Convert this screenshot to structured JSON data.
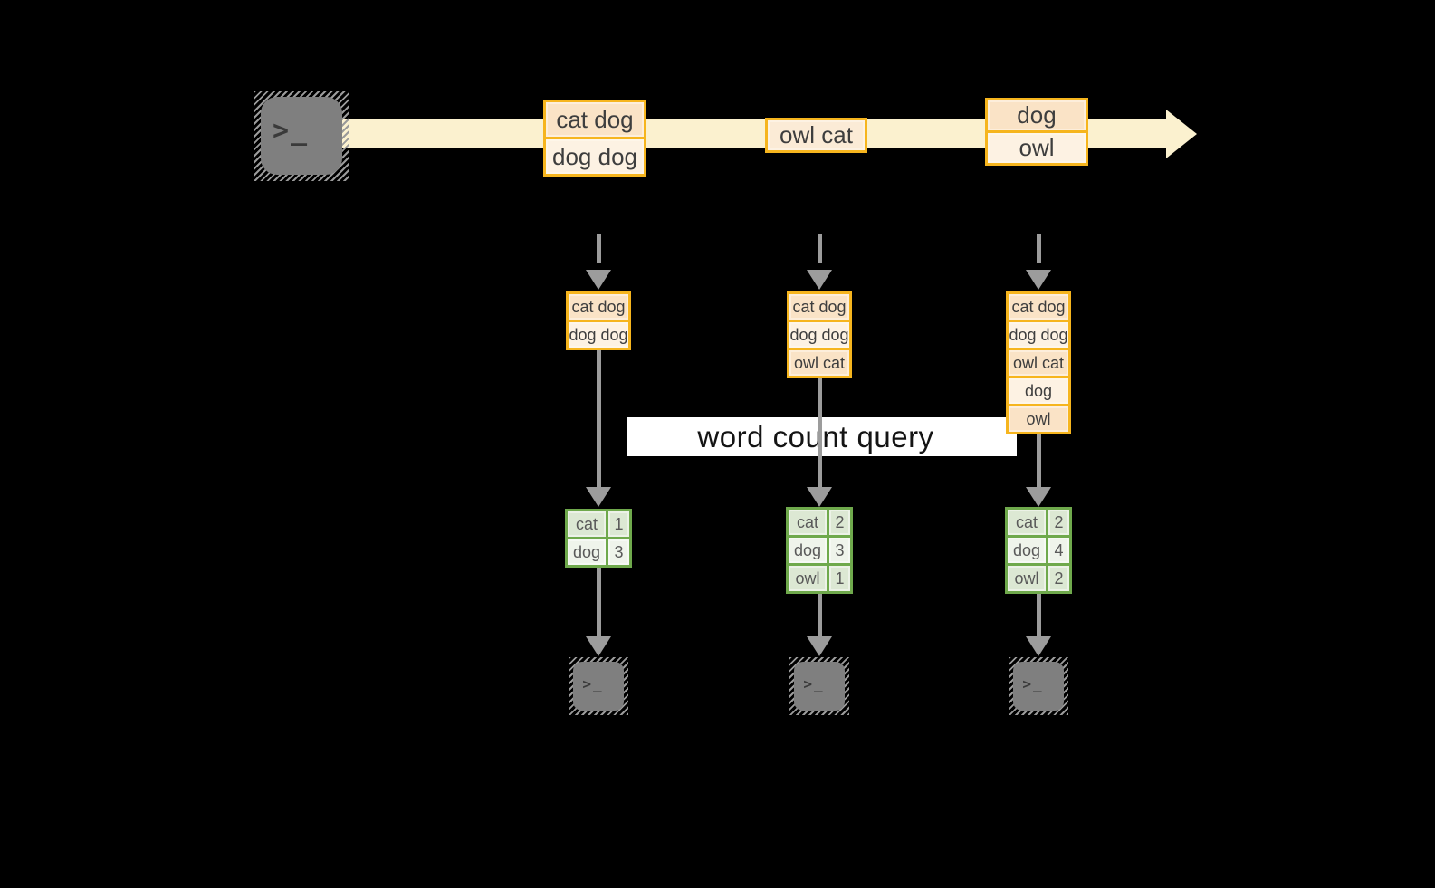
{
  "colors": {
    "bg": "#000000",
    "band": "#FBF1CF",
    "orange": "#F6B51E",
    "peach": "#FAE3C6",
    "cream": "#FDF2E3",
    "mid": "#FBEBD6",
    "green": "#6FA94C",
    "gdark": "#DCE8D3",
    "glight": "#EFF4EB",
    "arrow": "#9C9C9C",
    "terminal": "#7F7F7F",
    "querybg": "#FFFFFF"
  },
  "query_label": "word count query",
  "terminal_glyph": ">_",
  "stream": {
    "batches": [
      {
        "records": [
          "cat dog",
          "dog dog"
        ]
      },
      {
        "records": [
          "owl cat"
        ]
      },
      {
        "records": [
          "dog",
          "owl"
        ]
      }
    ]
  },
  "columns": [
    {
      "input_records": [
        "cat dog",
        "dog dog"
      ],
      "counts": [
        {
          "word": "cat",
          "count": "1"
        },
        {
          "word": "dog",
          "count": "3"
        }
      ]
    },
    {
      "input_records": [
        "cat dog",
        "dog dog",
        "owl cat"
      ],
      "counts": [
        {
          "word": "cat",
          "count": "2"
        },
        {
          "word": "dog",
          "count": "3"
        },
        {
          "word": "owl",
          "count": "1"
        }
      ]
    },
    {
      "input_records": [
        "cat dog",
        "dog dog",
        "owl cat",
        "dog",
        "owl"
      ],
      "counts": [
        {
          "word": "cat",
          "count": "2"
        },
        {
          "word": "dog",
          "count": "4"
        },
        {
          "word": "owl",
          "count": "2"
        }
      ]
    }
  ]
}
